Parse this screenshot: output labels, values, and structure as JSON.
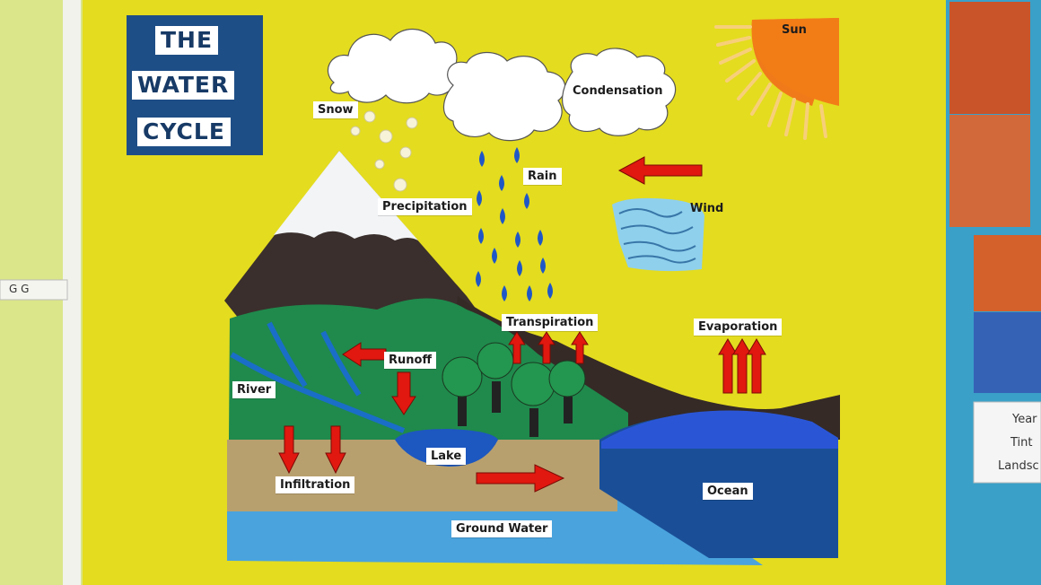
{
  "poster": {
    "title_lines": [
      "THE",
      "WATER",
      "CYCLE"
    ],
    "labels": {
      "sun": "Sun",
      "snow": "Snow",
      "condensation": "Condensation",
      "rain": "Rain",
      "precipitation": "Precipitation",
      "wind": "Wind",
      "transpiration": "Transpiration",
      "evaporation": "Evaporation",
      "runoff": "Runoff",
      "river": "River",
      "lake": "Lake",
      "infiltration": "Infiltration",
      "ocean": "Ocean",
      "ground_water": "Ground Water"
    },
    "colors": {
      "board": "#e4dc1f",
      "sky_wall": "#d9e48a",
      "mountain": "#3a2f2c",
      "snowcap": "#f2f4f6",
      "land": "#1f8a4c",
      "soil": "#b8a06e",
      "ground_water": "#4aa3dd",
      "ocean": "#1a4f97",
      "arrow": "#e0180f",
      "rain": "#1f57c7",
      "sun": "#f07a1a"
    }
  },
  "side_panel": {
    "card_lines": [
      "Year",
      "Tint",
      "Landsc"
    ]
  },
  "left_edge": {
    "marker_text": "G G"
  }
}
